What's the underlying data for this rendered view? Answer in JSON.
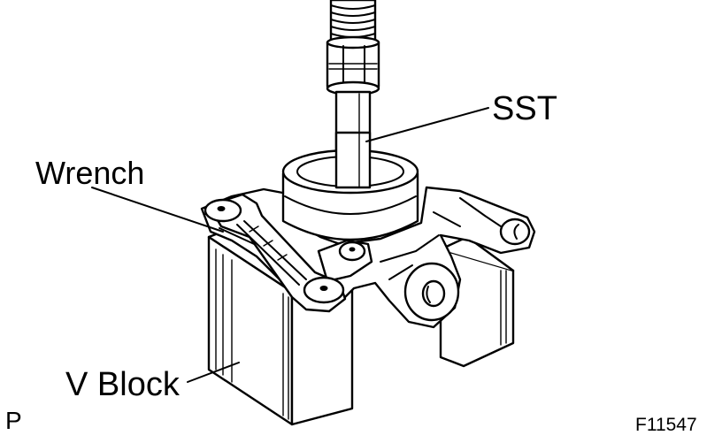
{
  "labels": {
    "sst": "SST",
    "wrench": "Wrench",
    "v_block": "V Block",
    "view_code": "P",
    "figure_code": "F11547"
  },
  "colors": {
    "ink": "#000000",
    "paper": "#ffffff"
  }
}
